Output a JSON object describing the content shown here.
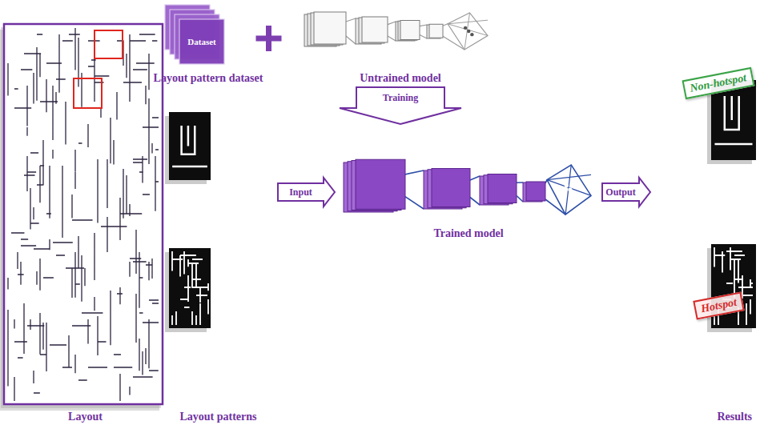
{
  "diagram": {
    "nodes": [
      {
        "text": [
          "Dataset",
          "Layout pattern dataset"
        ]
      },
      {
        "text": [
          "Untrained model"
        ]
      },
      {
        "text": [
          "Layout"
        ]
      },
      {
        "text": [
          "Layout patterns"
        ]
      },
      {
        "text": [
          "Trained model"
        ]
      },
      {
        "text": [
          "Results"
        ]
      },
      {
        "text": [
          "Non-hotspot"
        ],
        "in": 5
      },
      {
        "text": [
          "Hotspot"
        ],
        "in": 5
      }
    ],
    "edges": [
      {
        "from": 1,
        "to": 4,
        "arrow": "to",
        "label": "Training"
      },
      {
        "from": 3,
        "to": 4,
        "arrow": "to",
        "label": "Input"
      },
      {
        "from": 4,
        "to": 5,
        "arrow": "to",
        "label": "Output"
      }
    ]
  }
}
